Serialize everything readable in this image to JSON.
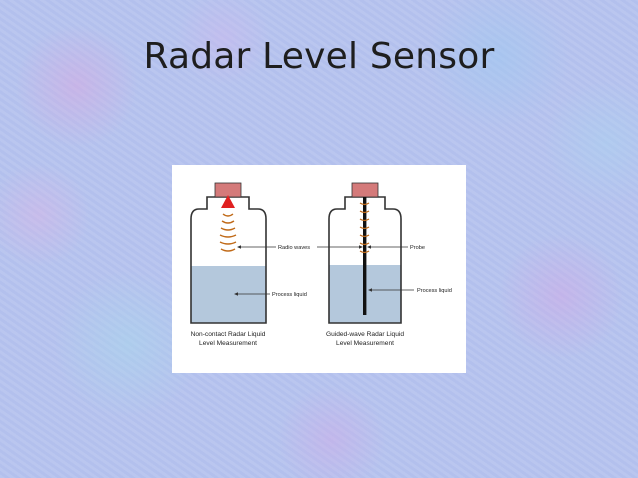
{
  "slide": {
    "title": "Radar Level Sensor"
  },
  "diagram": {
    "labels": {
      "radio_waves": "Radio waves",
      "process_liquid_left": "Process liquid",
      "probe": "Probe",
      "process_liquid_right": "Process liquid"
    },
    "captions": {
      "left_line1": "Non-contact Radar Liquid",
      "left_line2": "Level Measurement",
      "right_line1": "Guided-wave Radar Liquid",
      "right_line2": "Level Measurement"
    },
    "colors": {
      "liquid": "#b4c8dc",
      "transmitter": "#d47a7a",
      "emitter": "#e02020",
      "waves": "#c06a18",
      "probe": "#111111",
      "vessel": "#333333"
    }
  }
}
